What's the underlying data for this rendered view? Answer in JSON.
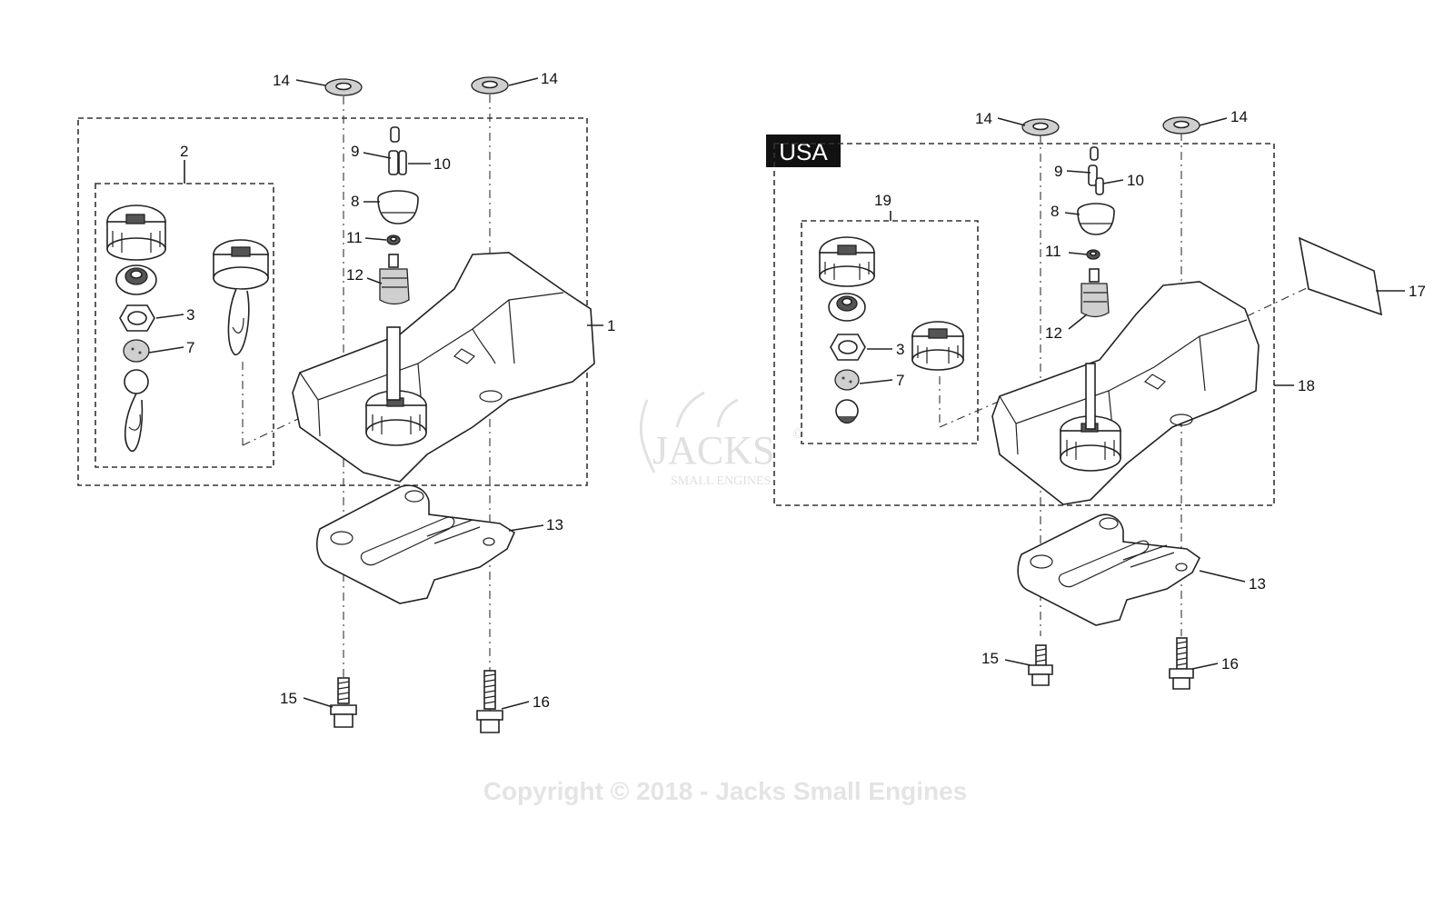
{
  "diagram": {
    "region_tag": "USA",
    "copyright": "Copyright © 2018 - Jacks Small Engines",
    "watermark": {
      "brand": "JACKS",
      "sub": "SMALL ENGINES",
      "mark": "©"
    },
    "left_assembly": {
      "labels": {
        "p14a": "14",
        "p14b": "14",
        "p2": "2",
        "p9": "9",
        "p10": "10",
        "p8": "8",
        "p11": "11",
        "p12": "12",
        "p3": "3",
        "p7": "7",
        "p1": "1",
        "p13": "13",
        "p15": "15",
        "p16": "16"
      }
    },
    "right_assembly": {
      "labels": {
        "p14a": "14",
        "p14b": "14",
        "p19": "19",
        "p9": "9",
        "p10": "10",
        "p8": "8",
        "p11": "11",
        "p12": "12",
        "p3": "3",
        "p7": "7",
        "p17": "17",
        "p18": "18",
        "p13": "13",
        "p15": "15",
        "p16": "16"
      }
    }
  }
}
